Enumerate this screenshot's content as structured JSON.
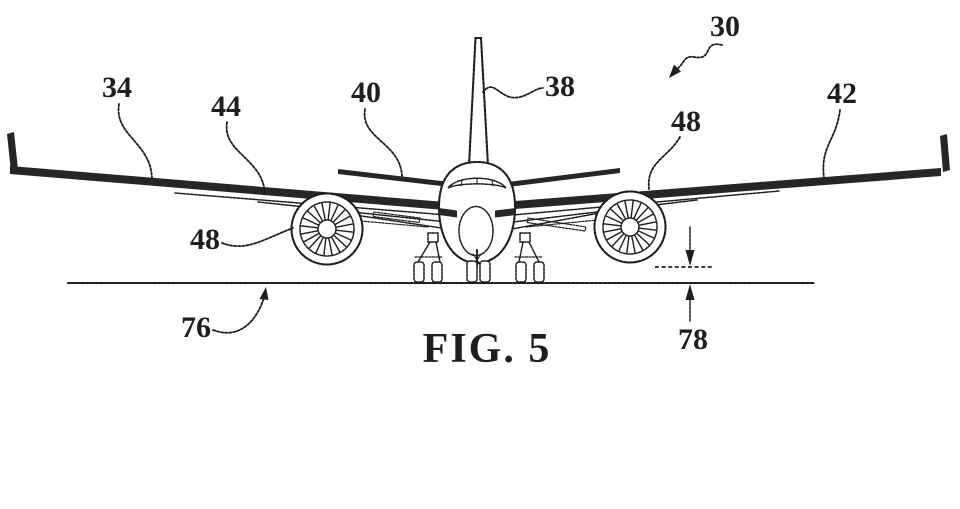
{
  "figure_caption": "FIG. 5",
  "labels": {
    "ref_30": "30",
    "ref_34": "34",
    "ref_38": "38",
    "ref_40": "40",
    "ref_42": "42",
    "ref_44": "44",
    "ref_48_left": "48",
    "ref_48_right": "48",
    "ref_76": "76",
    "ref_78": "78"
  },
  "colors": {
    "ink": "#1e1e1e",
    "background": "#ffffff"
  }
}
